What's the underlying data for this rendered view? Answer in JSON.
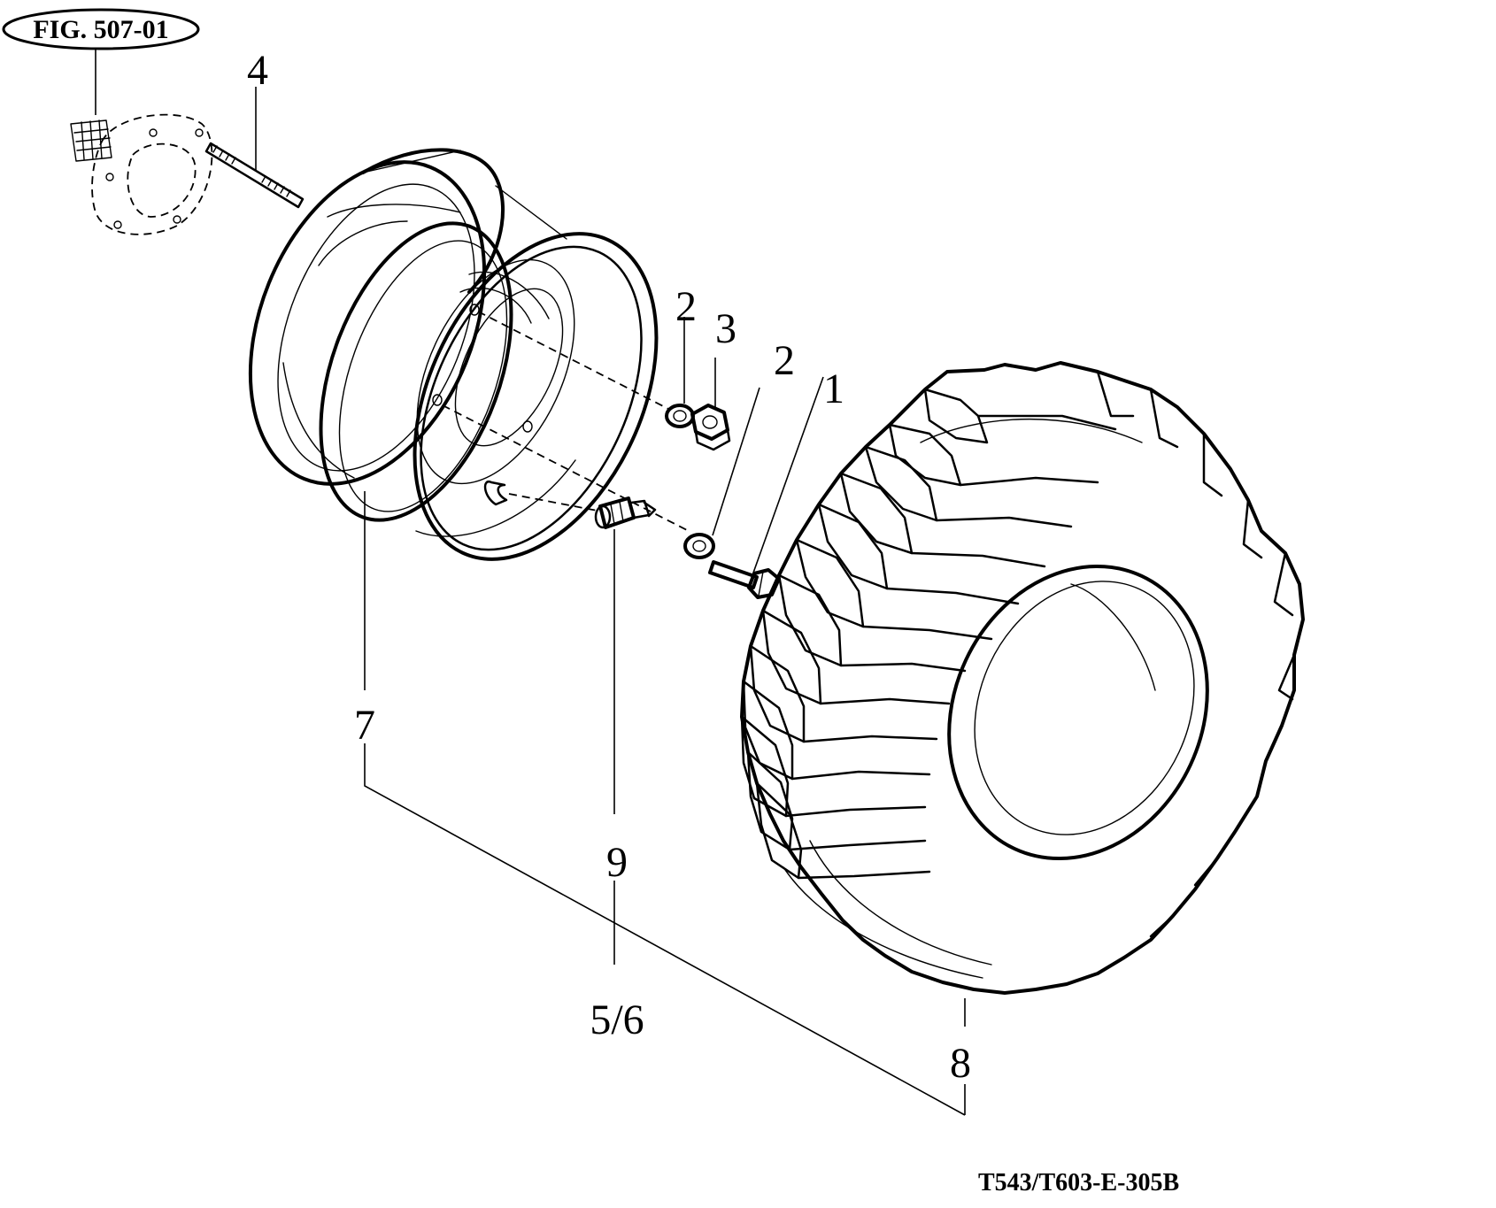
{
  "figure_ref": "FIG. 507-01",
  "drawing_code": "T543/T603-E-305B",
  "callouts": {
    "c4": "4",
    "c2a": "2",
    "c3": "3",
    "c2b": "2",
    "c1": "1",
    "c7": "7",
    "c9": "9",
    "c56": "5/6",
    "c8": "8"
  },
  "parts": [
    {
      "ref": "1",
      "name": "bolt"
    },
    {
      "ref": "2",
      "name": "washer"
    },
    {
      "ref": "3",
      "name": "nut"
    },
    {
      "ref": "4",
      "name": "stud"
    },
    {
      "ref": "5/6",
      "name": "valve"
    },
    {
      "ref": "7",
      "name": "rim"
    },
    {
      "ref": "8",
      "name": "tire"
    },
    {
      "ref": "9",
      "name": "valve"
    }
  ]
}
